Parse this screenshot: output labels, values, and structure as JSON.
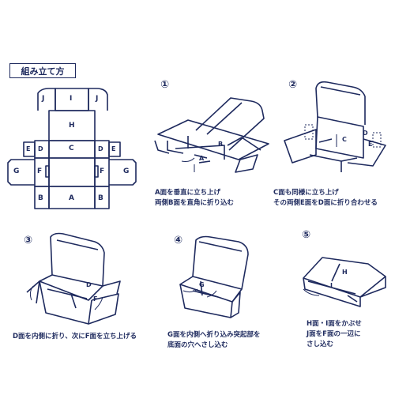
{
  "title": "組み立て方",
  "net": {
    "labels": [
      "J",
      "I",
      "J",
      "H",
      "E",
      "D",
      "C",
      "D",
      "E",
      "G",
      "F",
      "F",
      "G",
      "B",
      "A",
      "B"
    ]
  },
  "steps": [
    {
      "number": "①",
      "caption_lines": [
        "A面を垂直に立ち上げ",
        "両側B面を直角に折り込む"
      ],
      "labels": [
        "A",
        "B"
      ]
    },
    {
      "number": "②",
      "caption_lines": [
        "C面も同様に立ち上げ",
        "その両側E面をD面に折り合わせる"
      ],
      "labels": [
        "C",
        "D",
        "E"
      ]
    },
    {
      "number": "③",
      "caption_lines": [
        "D面を内側に折り、次にF面を立ち上げる"
      ],
      "labels": [
        "D",
        "F"
      ]
    },
    {
      "number": "④",
      "caption_lines": [
        "G面を内側へ折り込み突起部を",
        "底面の穴へさし込む"
      ],
      "labels": [
        "G"
      ]
    },
    {
      "number": "⑤",
      "caption_lines": [
        "H面・I面をかぶせ",
        "J面をF面の一辺に",
        "さし込む"
      ],
      "labels": [
        "H",
        "I"
      ]
    }
  ],
  "colors": {
    "line": "#1e2a5e",
    "dash": "#1e2a5e",
    "background": "#ffffff"
  }
}
